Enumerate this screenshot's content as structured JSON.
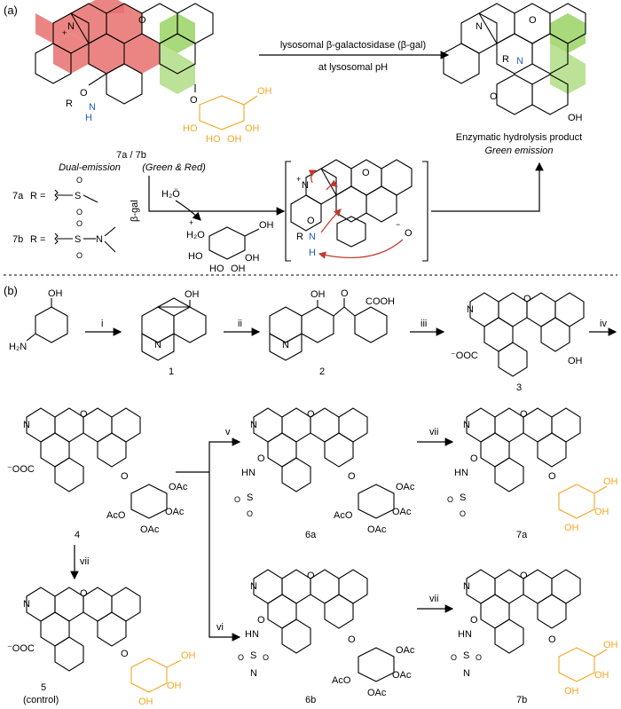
{
  "panel_a": {
    "label": "(a)",
    "compound_label": "7a / 7b",
    "dual_emission_prefix": "Dual-emission",
    "dual_emission_paren": "(Green & Red)",
    "enzyme_line1": "lysosomal β-galactosidase (β-gal)",
    "enzyme_line2": "at lysosomal pH",
    "product_line1": "Enzymatic hydrolysis product",
    "product_line2": "Green emission",
    "beta_gal": "β-gal",
    "water": "H₂Ö",
    "r_7a_label": "7a",
    "r_7a_eq": "R =",
    "r_7b_label": "7b",
    "r_7b_eq": "R =",
    "atoms": {
      "N": "N",
      "plus": "+",
      "R": "R",
      "H": "H",
      "O": "O",
      "OH": "OH",
      "HO": "HO",
      "S": "S",
      "H2O_plus": "H₂O",
      "minus": "−"
    }
  },
  "panel_b": {
    "label": "(b)",
    "steps": [
      "i",
      "ii",
      "iii",
      "iv",
      "v",
      "vi",
      "vii",
      "vii",
      "vii"
    ],
    "compounds": [
      "1",
      "2",
      "3",
      "4",
      "5",
      "6a",
      "6b",
      "7a",
      "7b"
    ],
    "control_label": "(control)",
    "groups": {
      "OH": "OH",
      "H2N": "H₂N",
      "COOH": "COOH",
      "OOC": "⁻OOC",
      "OAc": "OAc",
      "AcO": "AcO",
      "HN": "HN",
      "N": "N",
      "O": "O",
      "S": "S"
    }
  },
  "colors": {
    "red_highlight": "#e8706f",
    "green_highlight": "#9fd56b",
    "sugar_orange": "#f5a623",
    "amide_blue": "#1f5fbf",
    "curved_arrow_red": "#c0392b"
  }
}
